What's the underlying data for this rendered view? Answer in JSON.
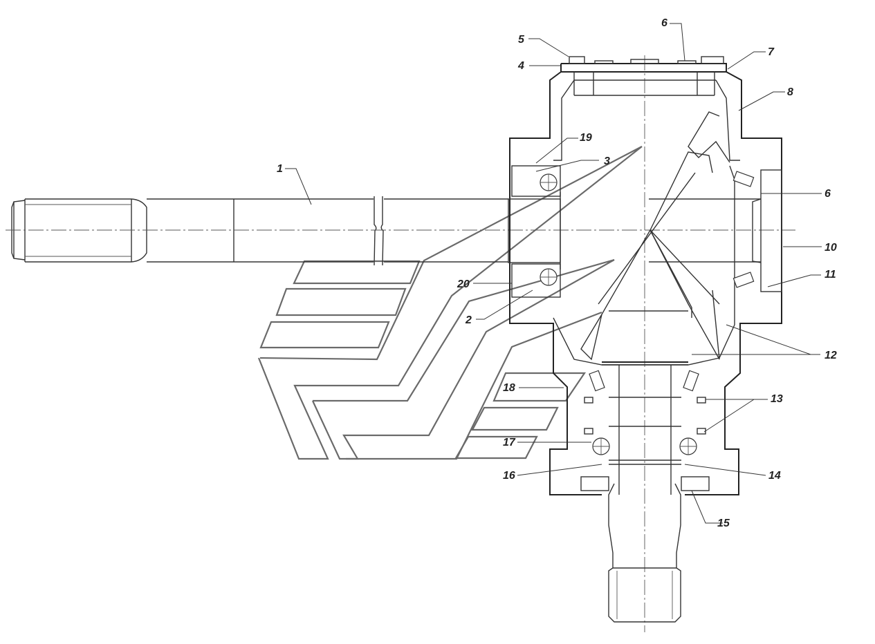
{
  "callouts": [
    "1",
    "2",
    "3",
    "4",
    "5",
    "6",
    "6",
    "7",
    "8",
    "10",
    "11",
    "12",
    "13",
    "14",
    "15",
    "16",
    "17",
    "18",
    "19",
    "20"
  ],
  "icons": {
    "watermark": "stylized-chevron-logo-watermark"
  }
}
